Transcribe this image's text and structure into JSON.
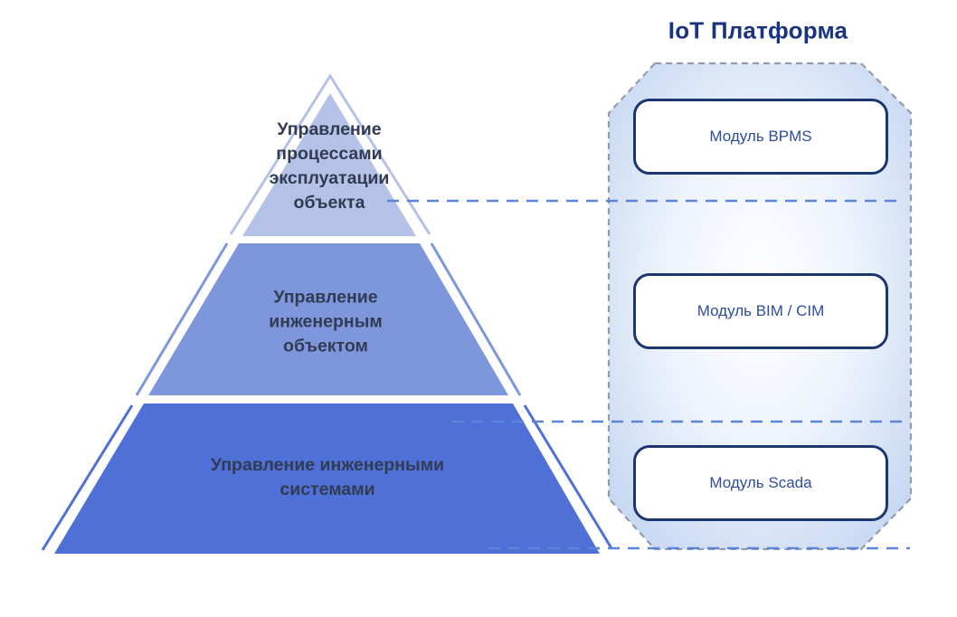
{
  "pyramid": {
    "levels": [
      {
        "label": "Управление\nпроцессами\nэксплуатации\nобъекта",
        "fill": "#b5c2e8"
      },
      {
        "label": "Управление\nинженерным\nобъектом",
        "fill": "#7e97dc"
      },
      {
        "label": "Управление инженерными\nсистемами",
        "fill": "#4f70d6"
      }
    ],
    "label_color": "#313b52"
  },
  "platform": {
    "title": "IoT Платформа",
    "title_color": "#1b3480",
    "panel_border_color": "#959ca9",
    "panel_fill_edge": "#bed2f0",
    "panel_fill_center": "#ffffff",
    "modules": [
      {
        "label": "Модуль BPMS"
      },
      {
        "label": "Модуль BIM / CIM"
      },
      {
        "label": "Модуль Scada"
      }
    ],
    "module_border_color": "#1b3671",
    "module_text_color": "#2e4d9e"
  },
  "connectors": {
    "color": "#5c84d9",
    "style": "dashed",
    "count": 3
  }
}
